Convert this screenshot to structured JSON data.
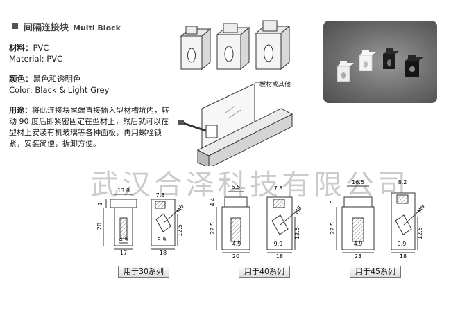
{
  "header": {
    "title_cn": "间隔连接块",
    "title_en": "Multi Block"
  },
  "material": {
    "label_cn": "材料：",
    "value_cn": "PVC",
    "label_en": "Material:",
    "value_en": "PVC"
  },
  "color": {
    "label_cn": "颜色：",
    "value_cn": "黑色和透明色",
    "label_en": "Color:",
    "value_en": "Black & Light Grey"
  },
  "usage": {
    "label": "用途：",
    "text": "将此连接块尾端直接插入型材槽坑内，转动 90 度后即紧密固定在型材上，然后就可以在型材上安装有机玻璃等各种面板，再用螺栓锁紧，安装简便，拆卸方便。"
  },
  "callout": "板材或其他",
  "watermark": "武汉合泽科技有限公司",
  "drawings": [
    {
      "series": "用于30系列",
      "front": {
        "top": "13.8",
        "left_small": "2",
        "height": "20",
        "inner": "4.9",
        "width": "17"
      },
      "side": {
        "top": "7.8",
        "thread": "M6",
        "height": "12.5",
        "inner": "9.9",
        "width": "18"
      }
    },
    {
      "series": "用于40系列",
      "front": {
        "top": "5.5",
        "left_small": "4.4",
        "height": "22.5",
        "inner": "4.9",
        "width": "20"
      },
      "side": {
        "top": "7.8",
        "thread": "M8",
        "height": "12.5",
        "inner": "9.9",
        "width": "18"
      }
    },
    {
      "series": "用于45系列",
      "front": {
        "top": "16.5",
        "left_small": "6",
        "height": "22.5",
        "inner": "4.9",
        "width": "23"
      },
      "side": {
        "top": "8.2",
        "thread": "M8",
        "height": "12.5",
        "inner": "9.9",
        "width": "18"
      }
    }
  ]
}
